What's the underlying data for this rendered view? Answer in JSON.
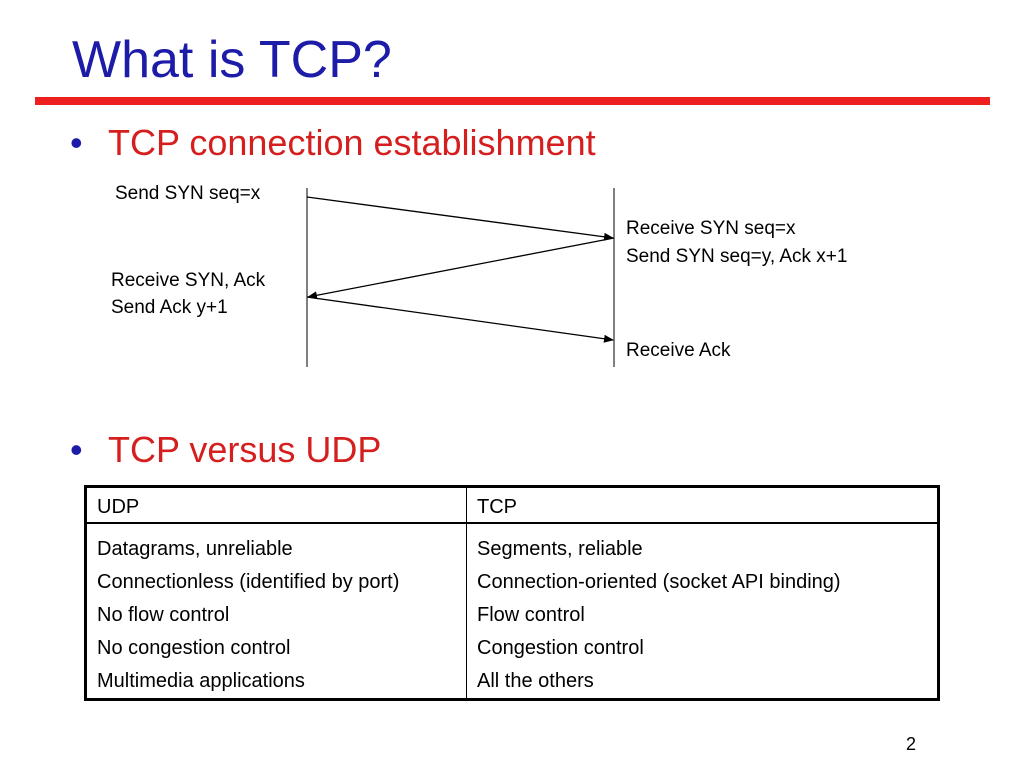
{
  "slide": {
    "title": "What is TCP?",
    "page_number": "2"
  },
  "bullets": [
    {
      "symbol": "•",
      "text": "TCP connection establishment"
    },
    {
      "symbol": "•",
      "text": "TCP versus UDP"
    }
  ],
  "handshake": {
    "client_labels": [
      "Send SYN seq=x",
      "Receive SYN, Ack",
      "Send Ack y+1"
    ],
    "server_labels": [
      "Receive SYN seq=x",
      "Send SYN seq=y, Ack x+1",
      "Receive Ack"
    ]
  },
  "comparison_table": {
    "headers": [
      "UDP",
      "TCP"
    ],
    "udp": [
      "Datagrams, unreliable",
      "Connectionless (identified by port)",
      "No flow control",
      "No congestion control",
      "Multimedia applications"
    ],
    "tcp": [
      "Segments, reliable",
      "Connection-oriented (socket API binding)",
      "Flow control",
      "Congestion control",
      "All the others"
    ]
  },
  "colors": {
    "title": "#1c1ca8",
    "rule": "#ee1f1f",
    "bullet_text": "#d51f1f"
  }
}
